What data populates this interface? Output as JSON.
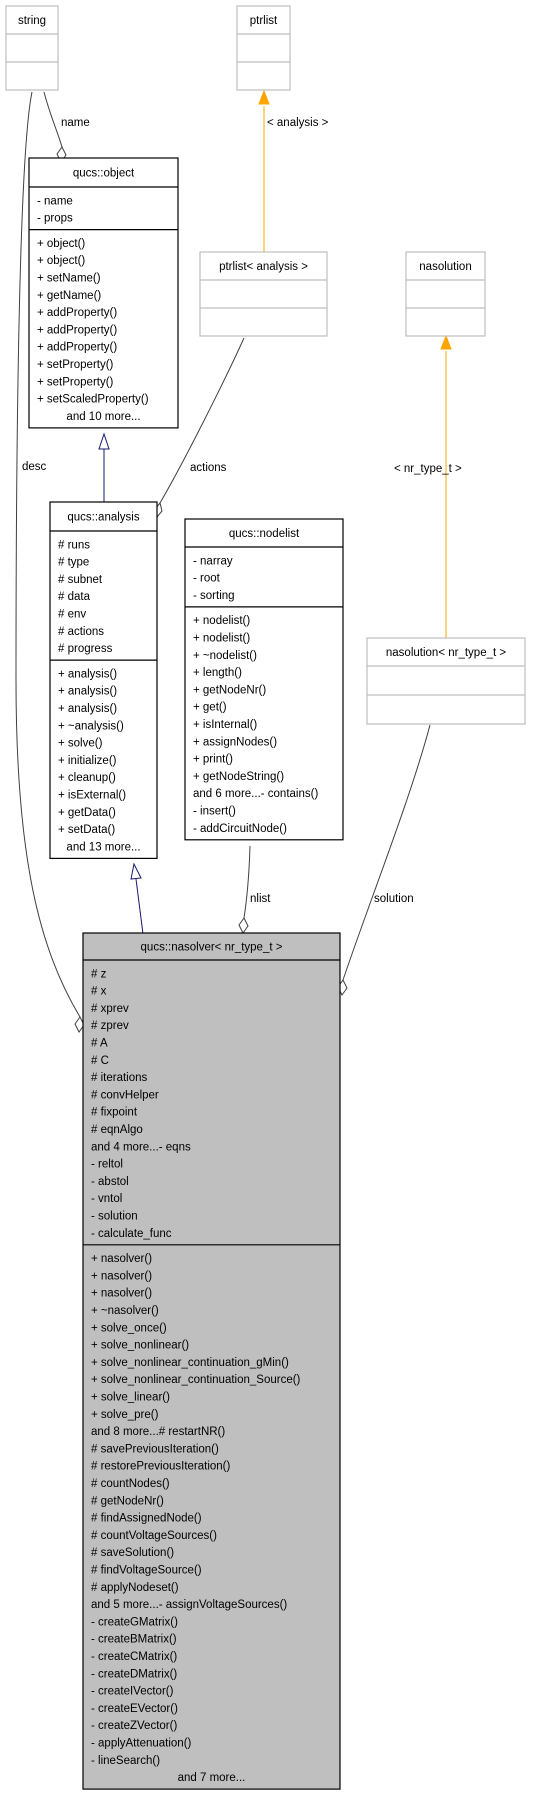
{
  "colors": {
    "background": "#ffffff",
    "box_border": "#000000",
    "external_box_border": "#bfbfbf",
    "focus_fill": "#bfbfbf",
    "inheritance_edge": "#191970",
    "template_edge": "#ffa500",
    "usage_edge": "#404040"
  },
  "classes": {
    "string": {
      "title": "string",
      "attributes": [],
      "methods": []
    },
    "ptrlist": {
      "title": "ptrlist",
      "attributes": [],
      "methods": []
    },
    "ptrlist_analysis": {
      "title": "ptrlist< analysis >",
      "attributes": [],
      "methods": []
    },
    "nasolution": {
      "title": "nasolution",
      "attributes": [],
      "methods": []
    },
    "nasolution_nr": {
      "title": "nasolution< nr_type_t >",
      "attributes": [],
      "methods": []
    },
    "object": {
      "title": "qucs::object",
      "attributes": [
        "- name",
        "- props"
      ],
      "methods": [
        "+ object()",
        "+ object()",
        "+ setName()",
        "+ getName()",
        "+ addProperty()",
        "+ addProperty()",
        "+ addProperty()",
        "+ setProperty()",
        "+ setProperty()",
        "+ setScaledProperty()",
        "and 10 more..."
      ]
    },
    "analysis": {
      "title": "qucs::analysis",
      "attributes": [
        "# runs",
        "# type",
        "# subnet",
        "# data",
        "# env",
        "# actions",
        "# progress"
      ],
      "methods": [
        "+ analysis()",
        "+ analysis()",
        "+ analysis()",
        "+ ~analysis()",
        "+ solve()",
        "+ initialize()",
        "+ cleanup()",
        "+ isExternal()",
        "+ getData()",
        "+ setData()",
        "and 13 more..."
      ]
    },
    "nodelist": {
      "title": "qucs::nodelist",
      "attributes": [
        "- narray",
        "- root",
        "- sorting"
      ],
      "methods": [
        "+ nodelist()",
        "+ nodelist()",
        "+ ~nodelist()",
        "+ length()",
        "+ getNodeNr()",
        "+ get()",
        "+ isInternal()",
        "+ assignNodes()",
        "+ print()",
        "+ getNodeString()",
        "and 6 more...- contains()",
        "- insert()",
        "- addCircuitNode()"
      ]
    },
    "nasolver": {
      "title": "qucs::nasolver< nr_type_t >",
      "attributes": [
        "# z",
        "# x",
        "# xprev",
        "# zprev",
        "# A",
        "# C",
        "# iterations",
        "# convHelper",
        "# fixpoint",
        "# eqnAlgo",
        "and 4 more...- eqns",
        "- reltol",
        "- abstol",
        "- vntol",
        "- solution",
        "- calculate_func"
      ],
      "methods": [
        "+ nasolver()",
        "+ nasolver()",
        "+ nasolver()",
        "+ ~nasolver()",
        "+ solve_once()",
        "+ solve_nonlinear()",
        "+ solve_nonlinear_continuation_gMin()",
        "+ solve_nonlinear_continuation_Source()",
        "+ solve_linear()",
        "+ solve_pre()",
        "and 8 more...# restartNR()",
        "# savePreviousIteration()",
        "# restorePreviousIteration()",
        "# countNodes()",
        "# getNodeNr()",
        "# findAssignedNode()",
        "# countVoltageSources()",
        "# saveSolution()",
        "# findVoltageSource()",
        "# applyNodeset()",
        "and 5 more...- assignVoltageSources()",
        "- createGMatrix()",
        "- createBMatrix()",
        "- createCMatrix()",
        "- createDMatrix()",
        "- createIVector()",
        "- createEVector()",
        "- createZVector()",
        "- applyAttenuation()",
        "- lineSearch()",
        "and 7 more..."
      ]
    }
  },
  "edges": [
    {
      "id": "edge-name",
      "label": "name",
      "kind": "usage"
    },
    {
      "id": "edge-desc",
      "label": "desc",
      "kind": "usage"
    },
    {
      "id": "edge-analysis-template",
      "label": "< analysis >",
      "kind": "template"
    },
    {
      "id": "edge-actions",
      "label": "actions",
      "kind": "usage"
    },
    {
      "id": "edge-nlist",
      "label": "nlist",
      "kind": "usage"
    },
    {
      "id": "edge-nr-template",
      "label": "< nr_type_t >",
      "kind": "template"
    },
    {
      "id": "edge-solution",
      "label": "solution",
      "kind": "usage"
    },
    {
      "id": "edge-object-analysis",
      "label": "",
      "kind": "inheritance"
    },
    {
      "id": "edge-analysis-nasolver",
      "label": "",
      "kind": "inheritance"
    }
  ]
}
